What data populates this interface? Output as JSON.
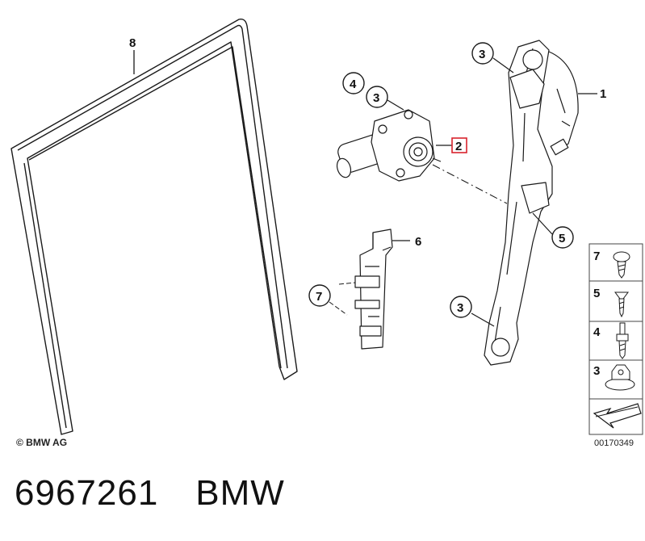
{
  "callouts": {
    "c8": "8",
    "c1": "1",
    "c2": "2",
    "c3_motor": "3",
    "c4_motor": "4",
    "c3_top": "3",
    "c3_bottom": "3",
    "c5": "5",
    "c6": "6",
    "c7": "7"
  },
  "legend": {
    "items": [
      {
        "number": "7",
        "icon": "torx-screw-icon"
      },
      {
        "number": "5",
        "icon": "countersunk-screw-icon"
      },
      {
        "number": "4",
        "icon": "stud-bolt-icon"
      },
      {
        "number": "3",
        "icon": "hex-collar-nut-icon"
      }
    ],
    "arrow_icon": "direction-arrow-icon"
  },
  "copyright": "© BMW AG",
  "diagram_id": "00170349",
  "part_number": "6967261",
  "brand": "BMW",
  "colors": {
    "line": "#1a1a1a",
    "highlight": "#d9232d",
    "legend_border": "#444444"
  }
}
